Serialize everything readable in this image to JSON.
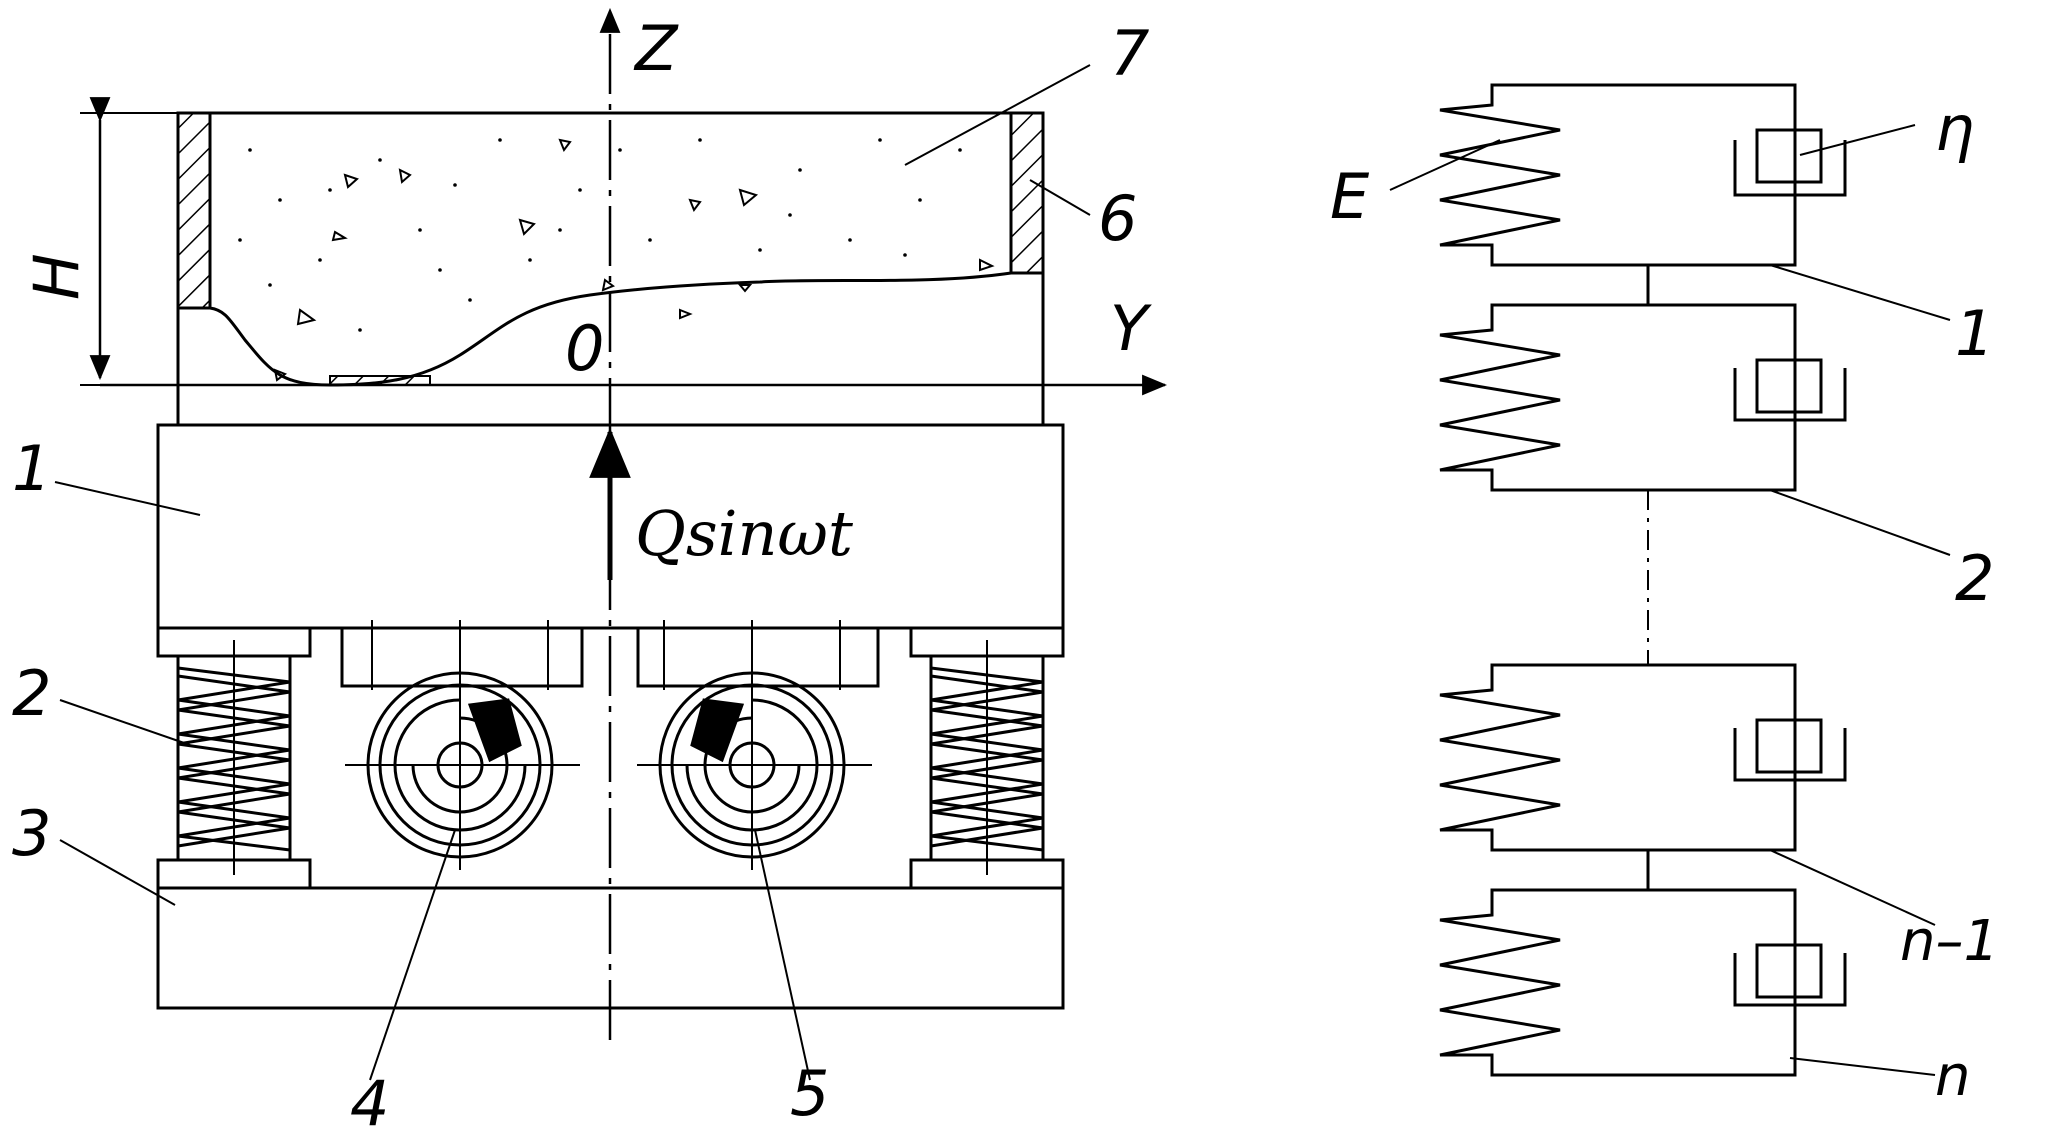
{
  "left_diagram": {
    "axis_z": "Z",
    "axis_y": "Y",
    "origin": "0",
    "height_label": "H",
    "force_label": "Qsinωt",
    "callouts": [
      "1",
      "2",
      "3",
      "4",
      "5",
      "6",
      "7"
    ]
  },
  "right_diagram": {
    "elasticity_label": "E",
    "viscosity_label": "η",
    "layer_labels": [
      "1",
      "2",
      "n–1",
      "n"
    ]
  },
  "colors": {
    "line": "#000000",
    "background": "#ffffff"
  }
}
